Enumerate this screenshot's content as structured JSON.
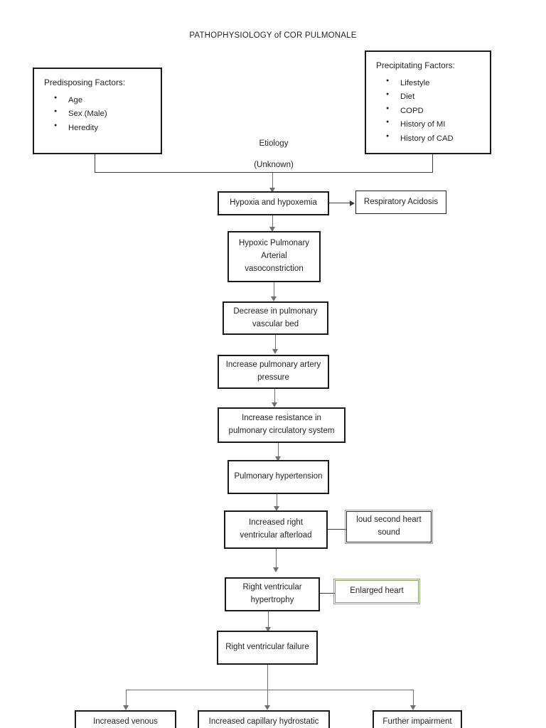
{
  "page": {
    "title": "PATHOPHYSIOLOGY of COR PULMONALE"
  },
  "factors": {
    "predisposing": {
      "title": "Predisposing Factors:",
      "items": [
        "Age",
        "Sex (Male)",
        "Heredity"
      ]
    },
    "precipitating": {
      "title": "Precipitating Factors:",
      "items": [
        "Lifestyle",
        "Diet",
        "COPD",
        "History of MI",
        "History of CAD"
      ]
    }
  },
  "etiology": {
    "label": "Etiology",
    "sublabel": "(Unknown)"
  },
  "flow": {
    "hypoxia": "Hypoxia and hypoxemia",
    "respiratory_acidosis": "Respiratory Acidosis",
    "hypoxic_vasoconstriction": "Hypoxic Pulmonary Arterial vasoconstriction",
    "decrease_vascular_bed": "Decrease in pulmonary vascular bed",
    "increase_pa_pressure": "Increase pulmonary artery pressure",
    "increase_resistance": "Increase resistance in pulmonary circulatory system",
    "pulmonary_hypertension": "Pulmonary hypertension",
    "increased_rv_afterload": "Increased right ventricular afterload",
    "loud_second_heart_sound": "loud second heart sound",
    "rv_hypertrophy": "Right ventricular hypertrophy",
    "enlarged_heart": "Enlarged heart",
    "rv_failure": "Right ventricular failure"
  },
  "outcomes": [
    "Increased venous",
    "Increased capillary hydrostatic",
    "Further impairment"
  ],
  "colors": {
    "box_border": "#1a1a1a",
    "connector": "#6f6f6f",
    "green_border": "#8a9a6b",
    "grey_border": "#9a9a9a",
    "text": "#231f20",
    "background": "#ffffff"
  }
}
